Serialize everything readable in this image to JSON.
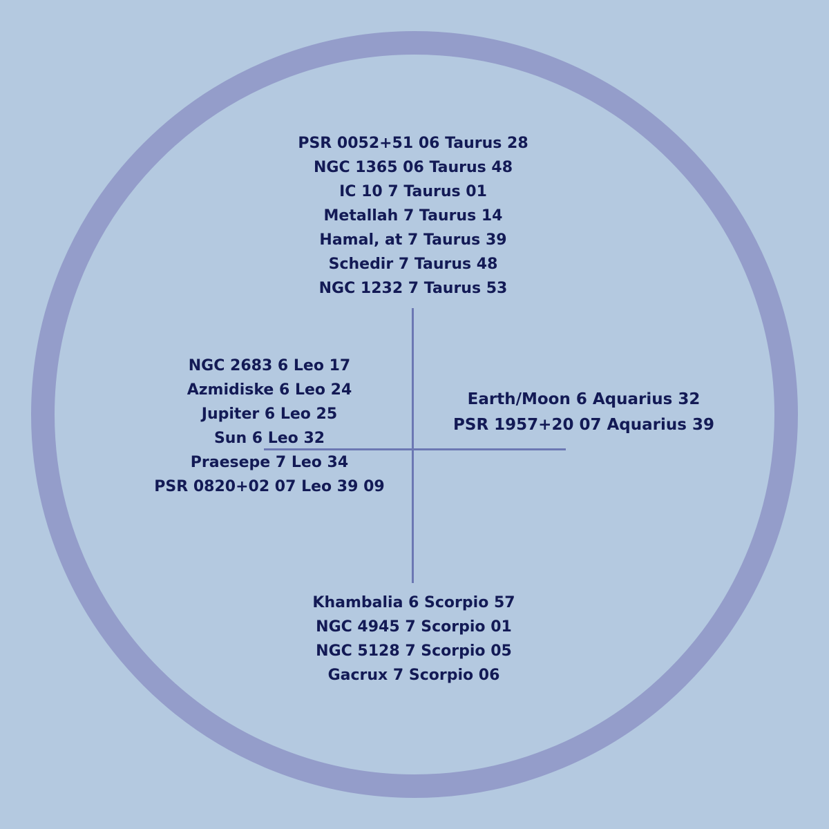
{
  "colors": {
    "background": "#b4c9e0",
    "ring": "#949dca",
    "lines": "#6c78b3",
    "text": "#131a55"
  },
  "chart": {
    "top": [
      "PSR 0052+51 06 Taurus 28",
      "NGC 1365 06 Taurus 48",
      "IC 10 7 Taurus 01",
      "Metallah 7 Taurus 14",
      "Hamal, at 7 Taurus 39",
      "Schedir 7 Taurus 48",
      "NGC 1232 7 Taurus 53"
    ],
    "left": [
      "NGC 2683 6 Leo 17",
      "Azmidiske 6 Leo 24",
      "Jupiter 6 Leo 25",
      "Sun 6 Leo 32",
      "Praesepe 7 Leo 34",
      "PSR 0820+02 07 Leo 39 09"
    ],
    "right": [
      "Earth/Moon 6 Aquarius 32",
      "PSR 1957+20 07 Aquarius 39"
    ],
    "bottom": [
      "Khambalia 6 Scorpio 57",
      "NGC 4945 7 Scorpio 01",
      "NGC 5128 7 Scorpio 05",
      "Gacrux 7 Scorpio 06"
    ]
  }
}
